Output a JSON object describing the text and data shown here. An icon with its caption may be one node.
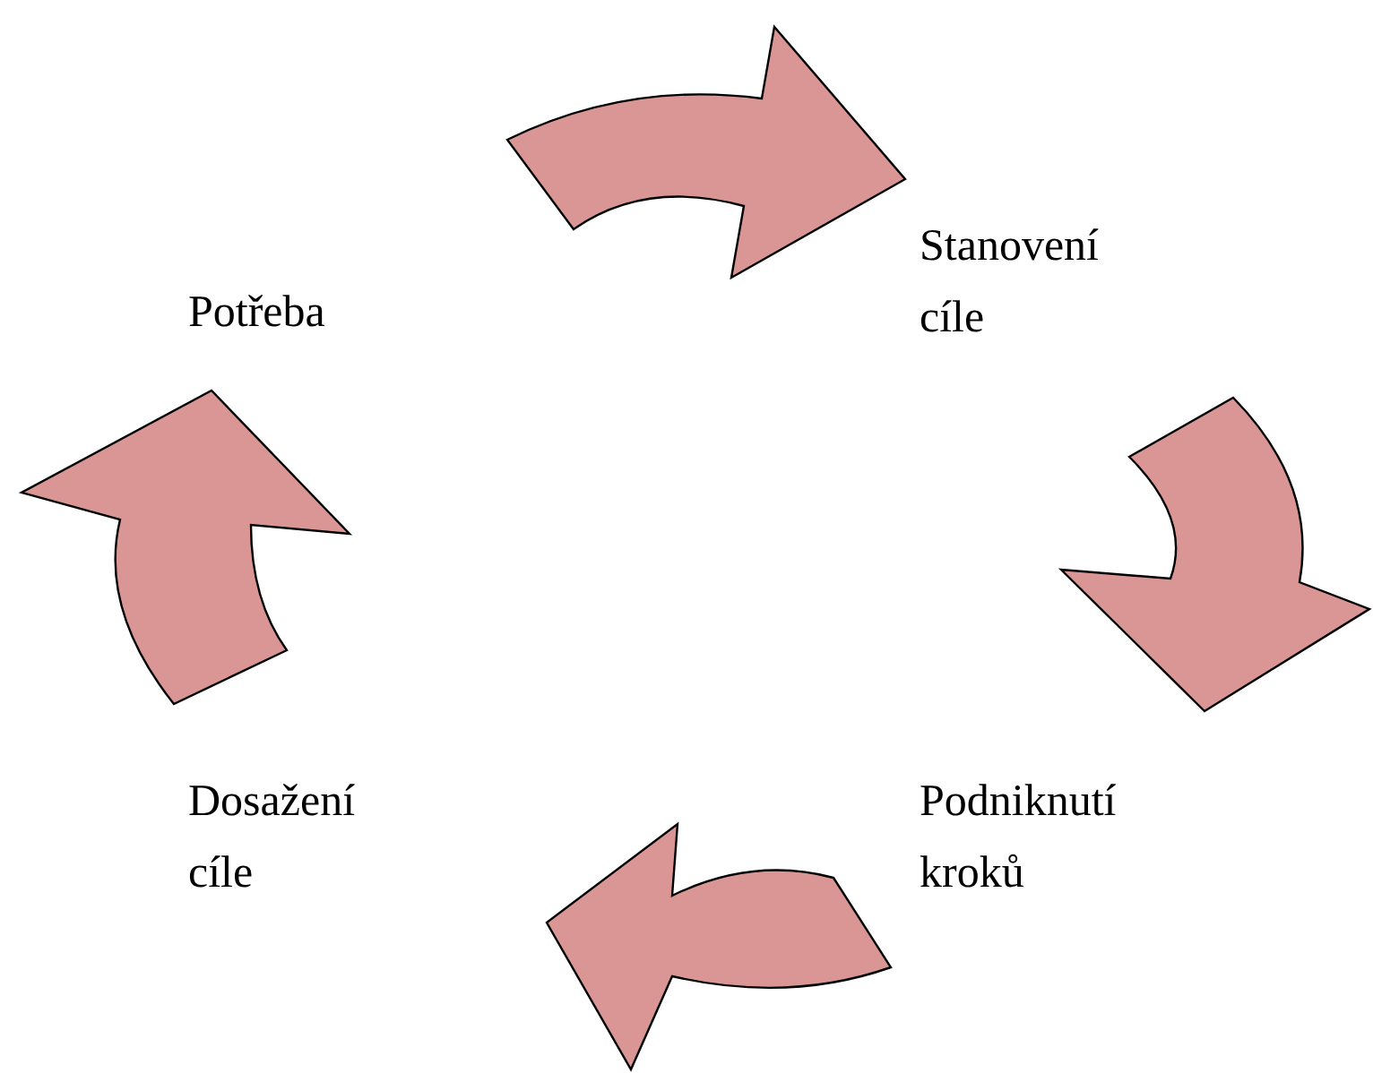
{
  "diagram": {
    "nodes": [
      {
        "text": [
          "Potřeba"
        ]
      },
      {
        "text": [
          "Stanovení cíle"
        ]
      },
      {
        "text": [
          "Podniknutí kroků"
        ]
      },
      {
        "text": [
          "Dosažení cíle"
        ]
      }
    ],
    "edges": [
      {
        "from": 0,
        "to": 1,
        "arrow": "to"
      },
      {
        "from": 1,
        "to": 2,
        "arrow": "to"
      },
      {
        "from": 2,
        "to": 3,
        "arrow": "to"
      },
      {
        "from": 3,
        "to": 0,
        "arrow": "to"
      }
    ]
  }
}
